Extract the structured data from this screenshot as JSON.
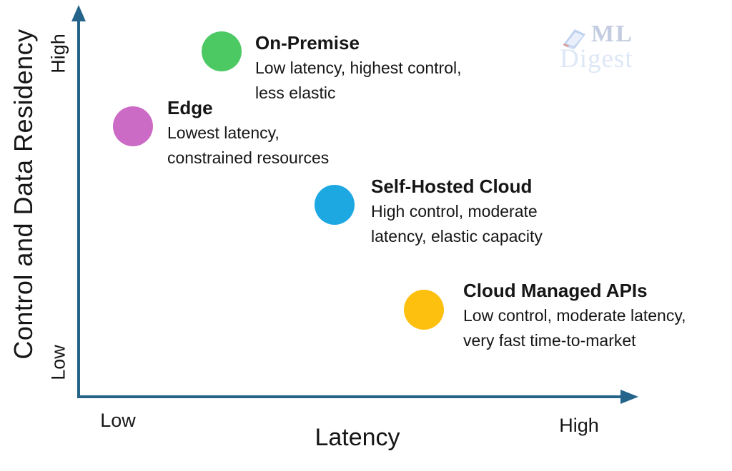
{
  "axes": {
    "color": "#25648a",
    "x": {
      "label": "Latency",
      "tick_low": "Low",
      "tick_high": "High"
    },
    "y": {
      "label": "Control and Data Residency",
      "tick_low": "Low",
      "tick_high": "High"
    }
  },
  "watermark": {
    "icon": "book-icon",
    "line1": "ML",
    "line2": "Digest",
    "line1_color": "#c3cce0",
    "line2_color": "#dde7f6"
  },
  "chart_data": {
    "type": "scatter",
    "title": "",
    "xlabel": "Latency",
    "ylabel": "Control and Data Residency",
    "x_axis_range": [
      "Low",
      "High"
    ],
    "y_axis_range": [
      "Low",
      "High"
    ],
    "grid": false,
    "legend": false,
    "points": [
      {
        "label": "On-Premise",
        "desc_line1": "Low latency, highest control,",
        "desc_line2": "less elastic",
        "x_pct": 26,
        "y_pct": 89,
        "color": "#4dc964"
      },
      {
        "label": "Edge",
        "desc_line1": "Lowest latency,",
        "desc_line2": "constrained resources",
        "x_pct": 10,
        "y_pct": 70,
        "color": "#cc6bc6"
      },
      {
        "label": "Self-Hosted Cloud",
        "desc_line1": "High control, moderate",
        "desc_line2": "latency, elastic capacity",
        "x_pct": 46,
        "y_pct": 49,
        "color": "#1ea8e2"
      },
      {
        "label": "Cloud Managed APIs",
        "desc_line1": "Low control, moderate latency,",
        "desc_line2": "very fast time-to-market",
        "x_pct": 62,
        "y_pct": 23,
        "color": "#fec00f"
      }
    ]
  }
}
